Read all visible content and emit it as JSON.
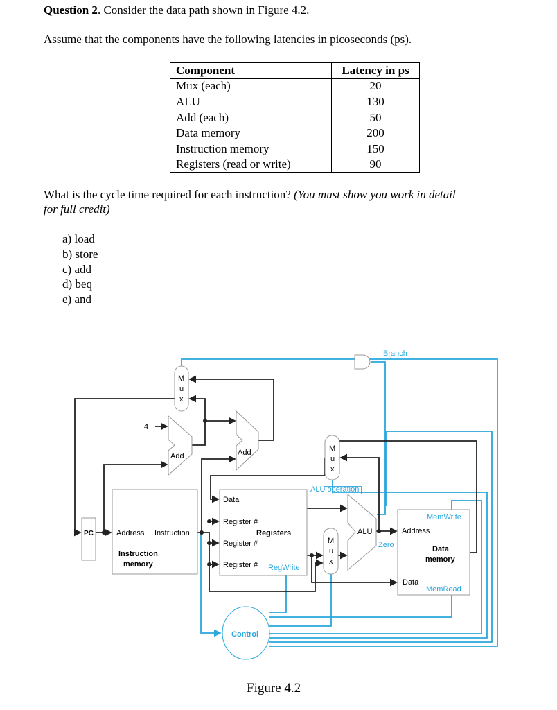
{
  "question": {
    "label": "Question 2",
    "text": ". Consider the data path shown in Figure 4.2."
  },
  "intro": "Assume that the components have the following latencies in picoseconds (ps).",
  "table": {
    "headers": [
      "Component",
      "Latency in ps"
    ],
    "rows": [
      [
        "Mux (each)",
        "20"
      ],
      [
        "ALU",
        "130"
      ],
      [
        "Add (each)",
        "50"
      ],
      [
        "Data memory",
        "200"
      ],
      [
        "Instruction memory",
        "150"
      ],
      [
        "Registers (read or write)",
        "90"
      ]
    ]
  },
  "prompt": {
    "text": "What is the cycle time required for each instruction? ",
    "note_line1": "(You must show you work in detail",
    "note_line2": "for full credit)"
  },
  "options": [
    {
      "letter": "a)",
      "text": "load"
    },
    {
      "letter": "b)",
      "text": "store"
    },
    {
      "letter": "c)",
      "text": "add"
    },
    {
      "letter": "d)",
      "text": "beq"
    },
    {
      "letter": "e)",
      "text": "and"
    }
  ],
  "figure": {
    "caption": "Figure 4.2",
    "labels": {
      "branch": "Branch",
      "four": "4",
      "add": "Add",
      "mux_m": "M",
      "mux_u": "u",
      "mux_x": "x",
      "alu_operation": "ALU operation",
      "data": "Data",
      "register": "Register #",
      "registers": "Registers",
      "regwrite": "RegWrite",
      "pc": "PC",
      "address": "Address",
      "instruction": "Instruction",
      "instruction_memory_1": "Instruction",
      "instruction_memory_2": "memory",
      "alu": "ALU",
      "zero": "Zero",
      "memwrite": "MemWrite",
      "data_memory_1": "Data",
      "data_memory_2": "memory",
      "memread": "MemRead",
      "control": "Control"
    },
    "colors": {
      "control_lines": "#2aa7dd",
      "data_lines": "#222222"
    }
  }
}
